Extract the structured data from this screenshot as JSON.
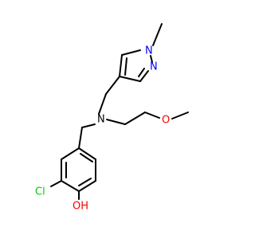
{
  "molecule": {
    "atoms": {
      "n_pyrazole_methyl": "N",
      "n_pyrazole_ring": "N",
      "n_amine": "N",
      "o_methoxy": "O",
      "cl": "Cl",
      "oh": "OH"
    }
  },
  "colors": {
    "bond": "#000000",
    "nitrogen": "#0000ff",
    "oxygen": "#ff0000",
    "chlorine": "#00cc00"
  }
}
